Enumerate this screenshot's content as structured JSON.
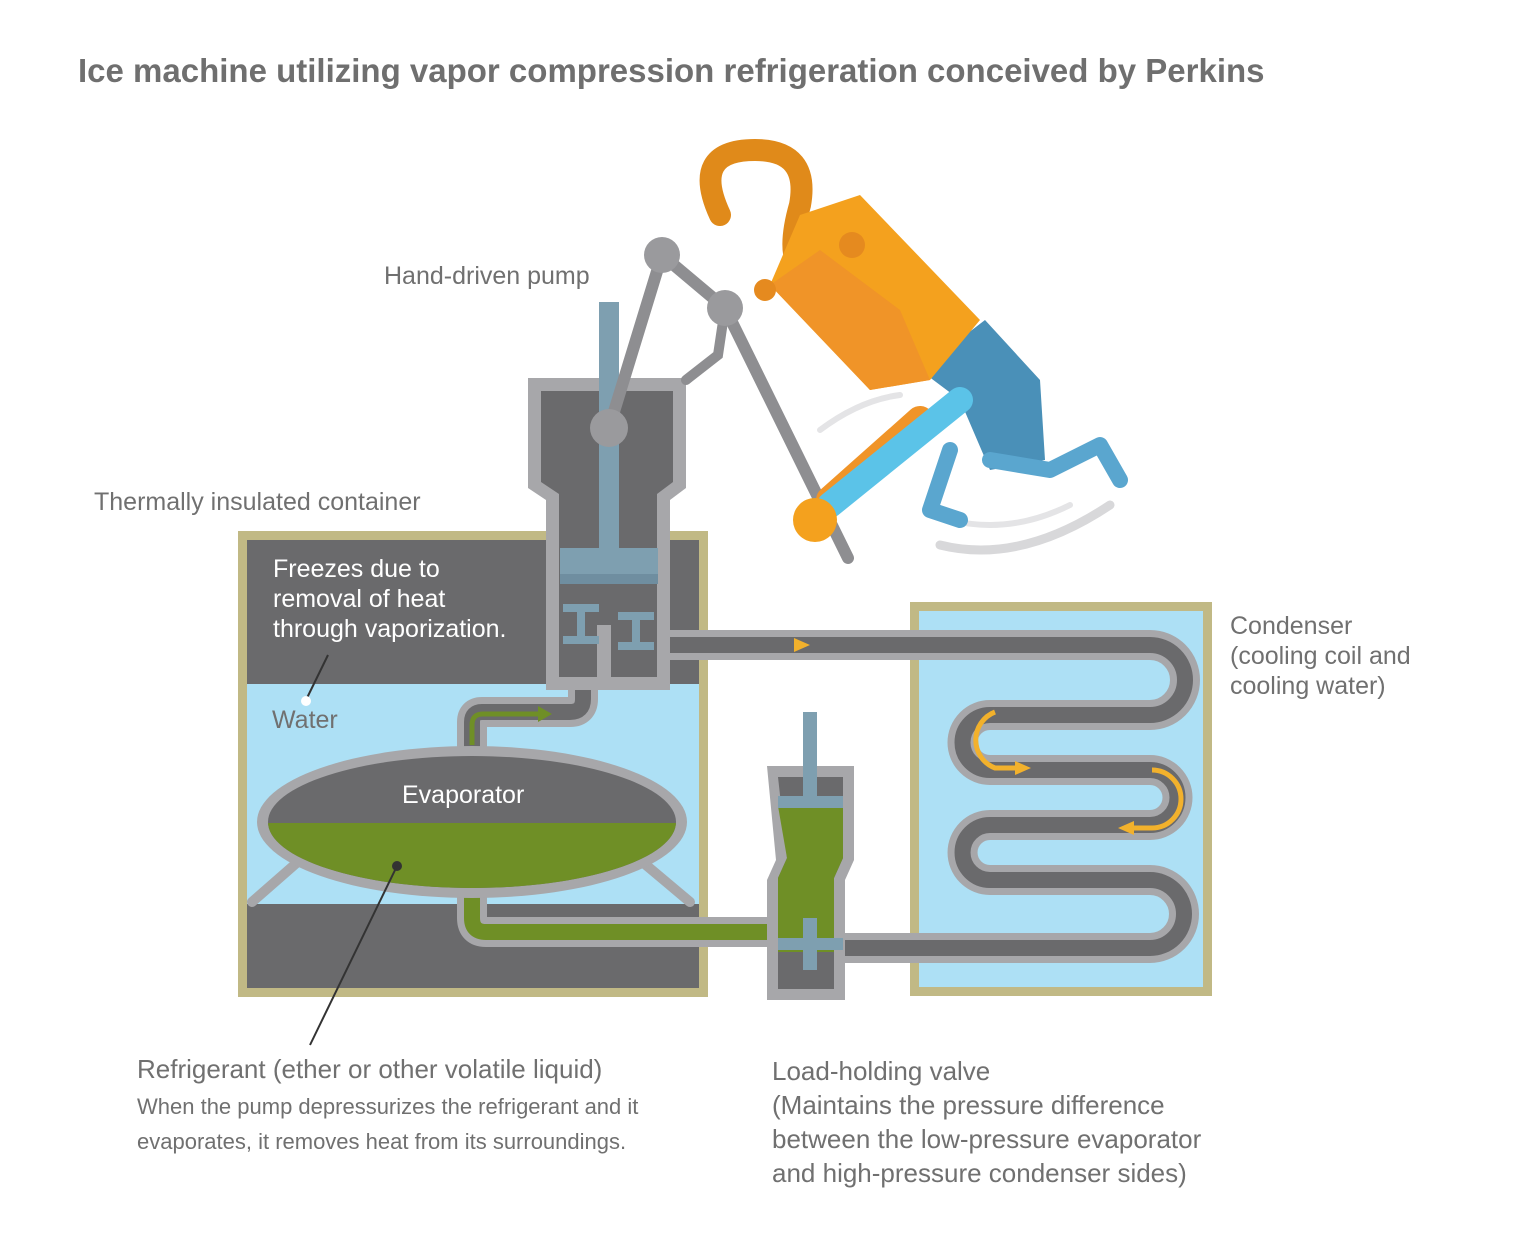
{
  "title": "Ice machine utilizing vapor compression refrigeration conceived by Perkins",
  "labels": {
    "hand_pump": "Hand-driven pump",
    "container": "Thermally insulated container",
    "freezes": [
      "Freezes due to",
      "removal of heat",
      "through vaporization."
    ],
    "water": "Water",
    "evaporator": "Evaporator",
    "condenser": [
      "Condenser",
      "(cooling coil and",
      "cooling water)"
    ],
    "refrigerant_title": "Refrigerant (ether or other volatile liquid)",
    "refrigerant_desc": [
      "When the pump depressurizes the refrigerant and it",
      "evaporates, it removes heat from its surroundings."
    ],
    "valve": [
      "Load-holding valve",
      "(Maintains the pressure difference",
      "between the low-pressure evaporator",
      "and high-pressure condenser sides)"
    ]
  },
  "colors": {
    "water": "#ade0f5",
    "dark_gray": "#6a6a6c",
    "pipe_gray": "#a7a7aa",
    "refrigerant_green": "#6f8f26",
    "flow_arrow": "#f2b12c",
    "container_border": "#c1b985",
    "piston_blue": "#7e9fb0",
    "person_orange": "#f4a11e",
    "person_blue": "#4a90b8"
  }
}
